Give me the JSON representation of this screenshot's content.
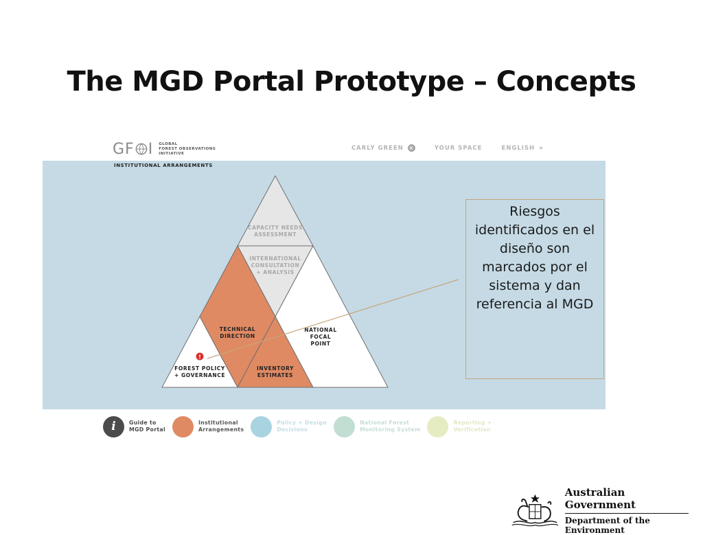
{
  "slide": {
    "title": "The MGD Portal Prototype – Concepts"
  },
  "app": {
    "logo": {
      "mark_left": "GF",
      "mark_right": "I",
      "text_line1": "GLOBAL",
      "text_line2": "FOREST OBSERVATIONS",
      "text_line3": "INITIATIVE"
    },
    "nav": {
      "user": "CARLY GREEN",
      "space": "YOUR SPACE",
      "language": "ENGLISH"
    },
    "section_label": "INSTITUTIONAL ARRANGEMENTS"
  },
  "triangle": {
    "capacity_line1": "CAPACITY NEEDS",
    "capacity_line2": "ASSESSMENT",
    "intl_line1": "INTERNATIONAL",
    "intl_line2": "CONSULTATION",
    "intl_line3": "+ ANALYSIS",
    "tech_line1": "TECHNICAL",
    "tech_line2": "DIRECTION",
    "nfp_line1": "NATIONAL",
    "nfp_line2": "FOCAL",
    "nfp_line3": "POINT",
    "fp_line1": "FOREST POLICY",
    "fp_line2": "+ GOVERNANCE",
    "inv_line1": "INVENTORY",
    "inv_line2": "ESTIMATES",
    "risk_marker": "!"
  },
  "callout": {
    "text": "Riesgos identificados en el diseño son marcados por el sistema y dan referencia al MGD"
  },
  "bottom_nav": [
    {
      "label": "Guide to\nMGD Portal",
      "color": "#4b4b4b",
      "text_color": "#4b4b4b",
      "icon": "info-icon",
      "glyph": "i"
    },
    {
      "label": "Institutional\nArrangements",
      "color": "#e08a63",
      "text_color": "#555555"
    },
    {
      "label": "Policy + Design\nDecisions",
      "color": "#a9d3e0",
      "text_color": "#c3dde6"
    },
    {
      "label": "National Forest\nMonitoring System",
      "color": "#c2ded3",
      "text_color": "#c7ddd5"
    },
    {
      "label": "Reporting +\nVerification",
      "color": "#e6ecc2",
      "text_color": "#e2e7c6"
    }
  ],
  "footer": {
    "gov_line1": "Australian Government",
    "gov_line2": "Department of the Environment"
  },
  "colors": {
    "map_bg": "#c5dae5",
    "orange": "#e08a63",
    "grey_segment": "#e6e6e6",
    "white_segment": "#ffffff",
    "risk_red": "#d9312b",
    "connector": "#c8a57a"
  }
}
